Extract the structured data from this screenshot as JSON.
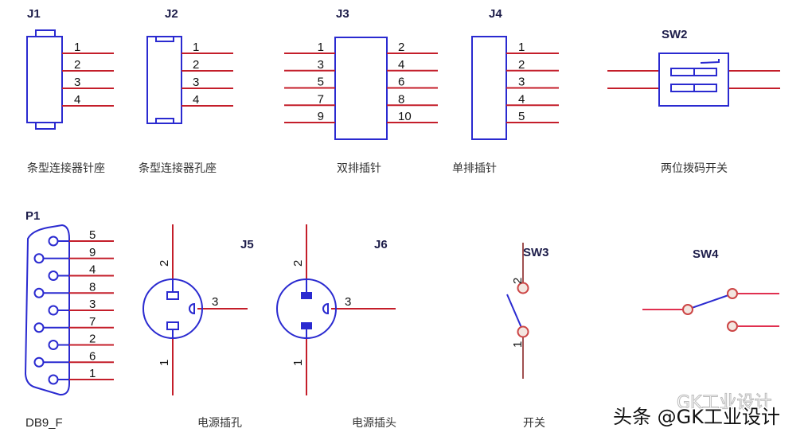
{
  "components": {
    "j1": {
      "ref": "J1",
      "caption": "条型连接器针座",
      "pins": [
        "1",
        "2",
        "3",
        "4"
      ]
    },
    "j2": {
      "ref": "J2",
      "caption": "条型连接器孔座",
      "pins": [
        "1",
        "2",
        "3",
        "4"
      ]
    },
    "j3": {
      "ref": "J3",
      "caption": "双排插针",
      "left_pins": [
        "1",
        "3",
        "5",
        "7",
        "9"
      ],
      "right_pins": [
        "2",
        "4",
        "6",
        "8",
        "10"
      ]
    },
    "j4": {
      "ref": "J4",
      "caption": "单排插针",
      "pins": [
        "1",
        "2",
        "3",
        "4",
        "5"
      ]
    },
    "sw2": {
      "ref": "SW2",
      "caption": "两位拨码开关"
    },
    "p1": {
      "ref": "P1",
      "caption": "DB9_F",
      "pins": [
        "5",
        "9",
        "4",
        "8",
        "3",
        "7",
        "2",
        "6",
        "1"
      ]
    },
    "j5": {
      "ref": "J5",
      "caption": "电源插孔",
      "pin_top": "2",
      "pin_bottom": "1",
      "pin_side": "3"
    },
    "j6": {
      "ref": "J6",
      "caption": "电源插头",
      "pin_top": "2",
      "pin_bottom": "1",
      "pin_side": "3"
    },
    "sw3": {
      "ref": "SW3",
      "caption": "开关",
      "pin_top": "2",
      "pin_bottom": "1"
    },
    "sw4": {
      "ref": "SW4"
    }
  },
  "watermark": {
    "main": "头条 @GK工业设计",
    "faint": "GK工业设计"
  },
  "colors": {
    "body": "#2a2ad0",
    "pin": "#c41e2a"
  }
}
